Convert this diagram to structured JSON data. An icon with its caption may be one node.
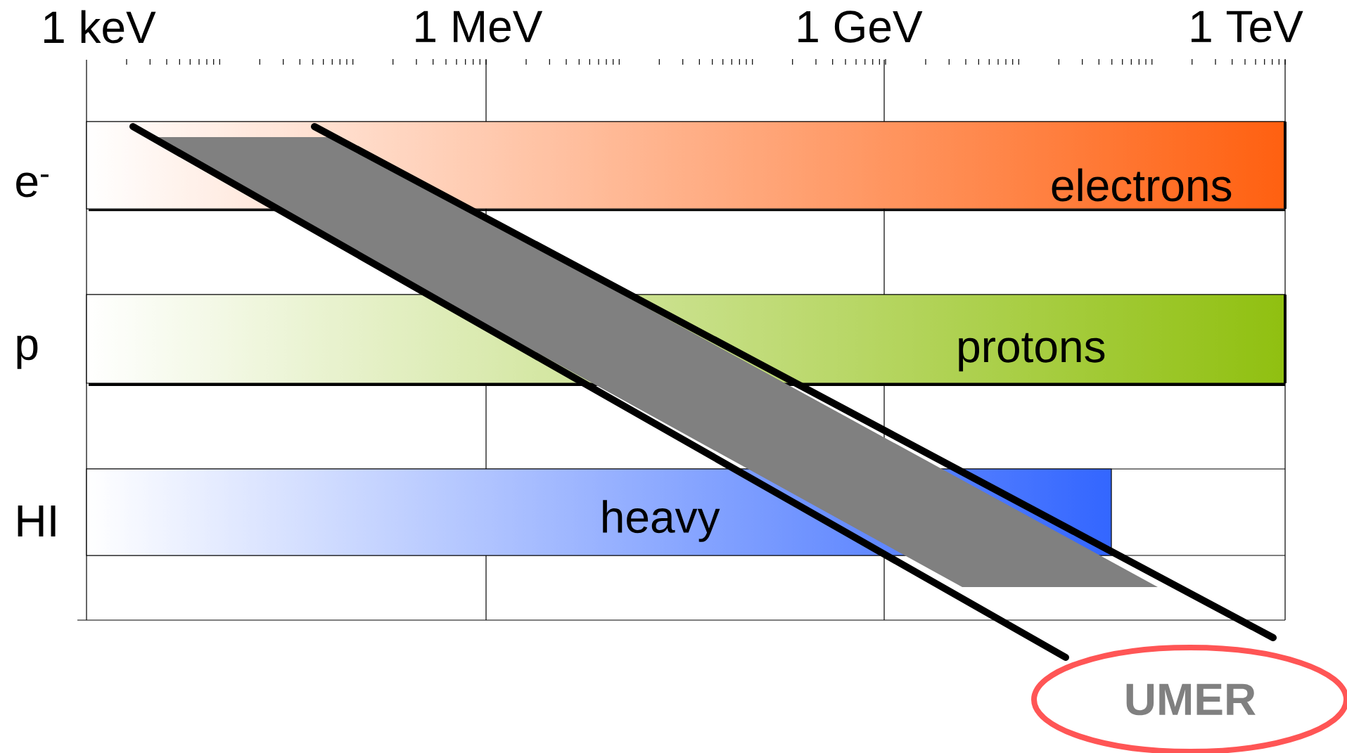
{
  "diagram": {
    "nodes": [
      {
        "text": [
          "electrons"
        ]
      },
      {
        "text": [
          "protons"
        ]
      },
      {
        "text": [
          "heavy"
        ]
      },
      {
        "text": [
          "UMER"
        ]
      }
    ],
    "labels": [
      "1 keV",
      "1 MeV",
      "1 GeV",
      "1 TeV",
      "e$^{-}$",
      "p",
      "HI"
    ]
  }
}
